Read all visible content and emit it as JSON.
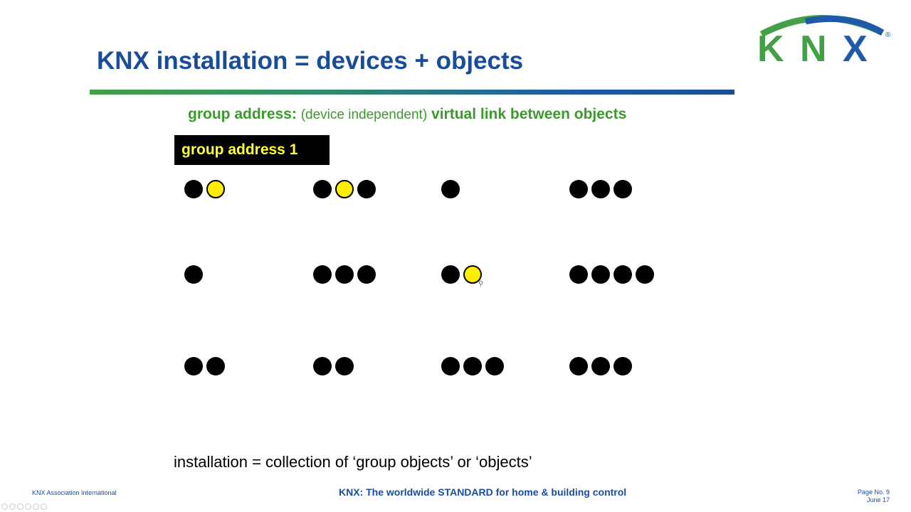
{
  "slide": {
    "title": "KNX installation = devices + objects",
    "subtitle_bold_1": "group address:",
    "subtitle_paren": "(device independent)",
    "subtitle_bold_2": "virtual link between objects",
    "group_address_label": "group address 1",
    "caption": "installation = collection of ‘group objects’ or ‘objects’"
  },
  "logo": {
    "text": "KNX",
    "registered": "®"
  },
  "footer": {
    "left": "KNX Association International",
    "center": "KNX: The worldwide STANDARD for home & building control",
    "page": "Page No. 9",
    "date": "June 17"
  },
  "colors": {
    "title_blue": "#1a4d99",
    "subtitle_green": "#3b9a2c",
    "linked_object_yellow": "#ffee00",
    "label_background": "#000000",
    "label_text_yellow": "#ffff33"
  },
  "devices": [
    {
      "row": 1,
      "col": 1,
      "objects": [
        "black",
        "yellow"
      ]
    },
    {
      "row": 1,
      "col": 2,
      "objects": [
        "black",
        "yellow",
        "black"
      ]
    },
    {
      "row": 1,
      "col": 3,
      "objects": [
        "black"
      ]
    },
    {
      "row": 1,
      "col": 4,
      "objects": [
        "black",
        "black",
        "black"
      ]
    },
    {
      "row": 2,
      "col": 1,
      "objects": [
        "black"
      ]
    },
    {
      "row": 2,
      "col": 2,
      "objects": [
        "black",
        "black",
        "black"
      ]
    },
    {
      "row": 2,
      "col": 3,
      "objects": [
        "black",
        "yellow"
      ]
    },
    {
      "row": 2,
      "col": 4,
      "objects": [
        "black",
        "black",
        "black",
        "black"
      ]
    },
    {
      "row": 3,
      "col": 1,
      "objects": [
        "black",
        "black"
      ]
    },
    {
      "row": 3,
      "col": 2,
      "objects": [
        "black",
        "black"
      ]
    },
    {
      "row": 3,
      "col": 3,
      "objects": [
        "black",
        "black",
        "black"
      ]
    },
    {
      "row": 3,
      "col": 4,
      "objects": [
        "black",
        "black",
        "black"
      ]
    }
  ]
}
